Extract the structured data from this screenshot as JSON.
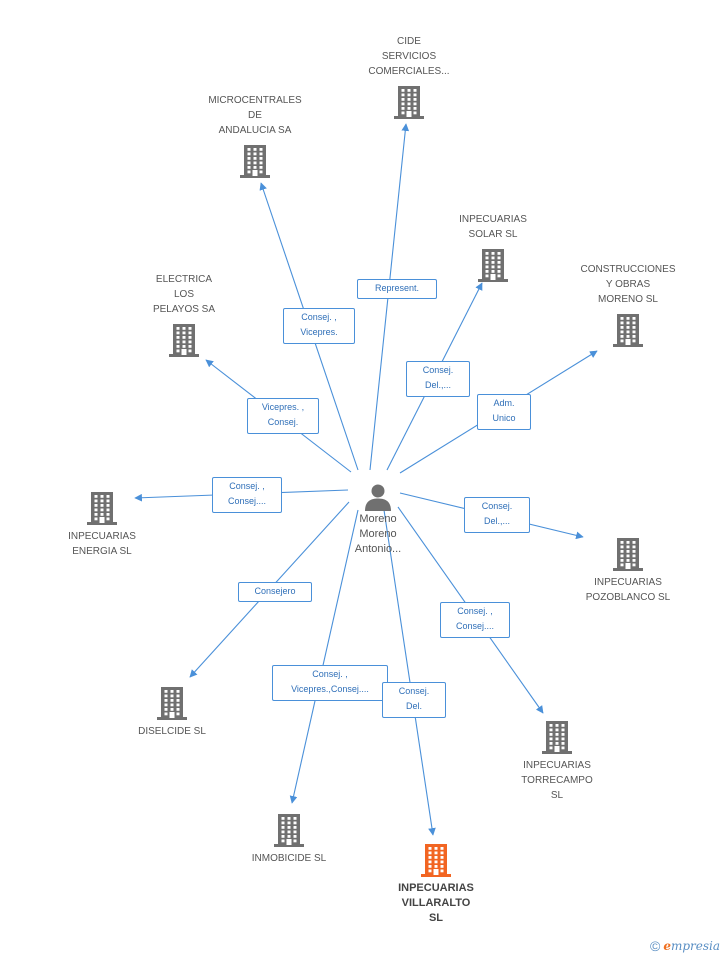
{
  "colors": {
    "edge": "#4a90d9",
    "building": "#707070",
    "highlight": "#f26522"
  },
  "center": {
    "label": "Moreno\nMoreno\nAntonio...",
    "icon": "person-icon"
  },
  "nodes": [
    {
      "id": "cide",
      "label": "CIDE\nSERVICIOS\nCOMERCIALES...",
      "icon": "building-icon"
    },
    {
      "id": "microcentrales",
      "label": "MICROCENTRALES\nDE\nANDALUCIA SA",
      "icon": "building-icon"
    },
    {
      "id": "inpecuarias_solar",
      "label": "INPECUARIAS\nSOLAR SL",
      "icon": "building-icon"
    },
    {
      "id": "construcciones",
      "label": "CONSTRUCCIONES\nY OBRAS\nMORENO SL",
      "icon": "building-icon"
    },
    {
      "id": "electrica",
      "label": "ELECTRICA\nLOS\nPELAYOS SA",
      "icon": "building-icon"
    },
    {
      "id": "inpecuarias_energia",
      "label": "INPECUARIAS\nENERGIA SL",
      "icon": "building-icon"
    },
    {
      "id": "inpecuarias_pozoblanco",
      "label": "INPECUARIAS\nPOZOBLANCO SL",
      "icon": "building-icon"
    },
    {
      "id": "diselcide",
      "label": "DISELCIDE SL",
      "icon": "building-icon"
    },
    {
      "id": "inpecuarias_torrecampo",
      "label": "INPECUARIAS\nTORRECAMPO\nSL",
      "icon": "building-icon"
    },
    {
      "id": "inmobicide",
      "label": "INMOBICIDE SL",
      "icon": "building-icon"
    },
    {
      "id": "inpecuarias_villaralto",
      "label": "INPECUARIAS\nVILLARALTO\nSL",
      "icon": "building-icon",
      "highlight": true
    }
  ],
  "edges": [
    {
      "to": "cide",
      "label": "Represent."
    },
    {
      "to": "microcentrales",
      "label": "Consej. ,\nVicepres."
    },
    {
      "to": "inpecuarias_solar",
      "label": "Consej.\nDel.,..."
    },
    {
      "to": "construcciones",
      "label": "Adm.\nUnico"
    },
    {
      "to": "electrica",
      "label": "Vicepres. ,\nConsej."
    },
    {
      "to": "inpecuarias_energia",
      "label": "Consej. ,\nConsej...."
    },
    {
      "to": "inpecuarias_pozoblanco",
      "label": "Consej.\nDel.,..."
    },
    {
      "to": "diselcide",
      "label": "Consejero"
    },
    {
      "to": "inpecuarias_torrecampo",
      "label": "Consej. ,\nConsej...."
    },
    {
      "to": "inmobicide",
      "label": "Consej. ,\nVicepres.,Consej...."
    },
    {
      "to": "inpecuarias_villaralto",
      "label": "Consej.\nDel."
    }
  ],
  "footer": {
    "copyright_symbol": "©",
    "brand_initial": "e",
    "brand_rest": "mpresia"
  }
}
